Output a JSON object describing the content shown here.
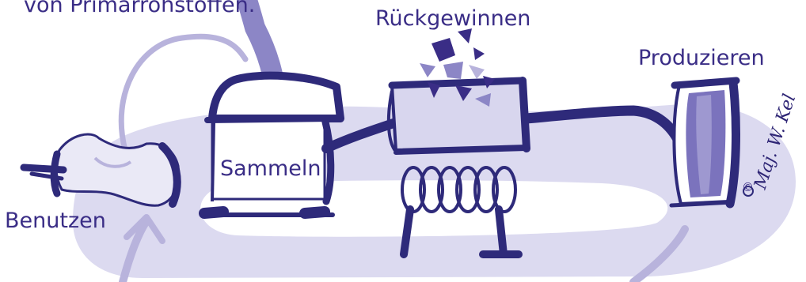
{
  "diagram": {
    "caption": "von Primärrohstoffen.",
    "steps": [
      {
        "label": "Benutzen"
      },
      {
        "label": "Sammeln"
      },
      {
        "label": "Rückgewinnen"
      },
      {
        "label": "Produzieren"
      }
    ],
    "signature": "Maj. W. Kel",
    "copyright_symbol": "©",
    "colors": {
      "ink": "#2e2a7a",
      "loop_fill": "#d8d6ee",
      "arrow": "#b8b3dc",
      "accent": "#7b73bd",
      "fragment_dark": "#3a2d86",
      "fragment_mid": "#8c86c6"
    }
  }
}
